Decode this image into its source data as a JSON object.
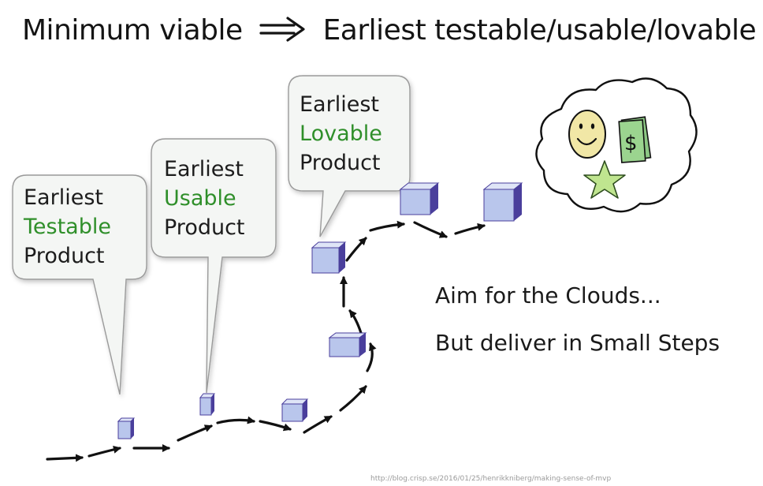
{
  "header": {
    "left": "Minimum viable",
    "right": "Earliest testable/usable/lovable"
  },
  "bubbles": [
    {
      "line1": "Earliest",
      "highlight": "Testable",
      "line3": "Product"
    },
    {
      "line1": "Earliest",
      "highlight": "Usable",
      "line3": "Product"
    },
    {
      "line1": "Earliest",
      "highlight": "Lovable",
      "line3": "Product"
    }
  ],
  "captions": {
    "line1": "Aim for the Clouds...",
    "line2": "But deliver in Small Steps"
  },
  "cloud": {
    "icons": [
      "smiley-face-icon",
      "dollar-bills-icon",
      "star-icon"
    ],
    "dollar_symbol": "$"
  },
  "credit": "http://blog.crisp.se/2016/01/25/henrikkniberg/making-sense-of-mvp",
  "colors": {
    "highlight": "#2f8f2a",
    "block_front": "#b9c6ec",
    "block_side": "#4a3f9c",
    "bubble_fill": "#f4f6f4",
    "smiley_fill": "#f1e7a6",
    "star_fill": "#bfe58f",
    "dollar_fill": "#9bd48f"
  }
}
